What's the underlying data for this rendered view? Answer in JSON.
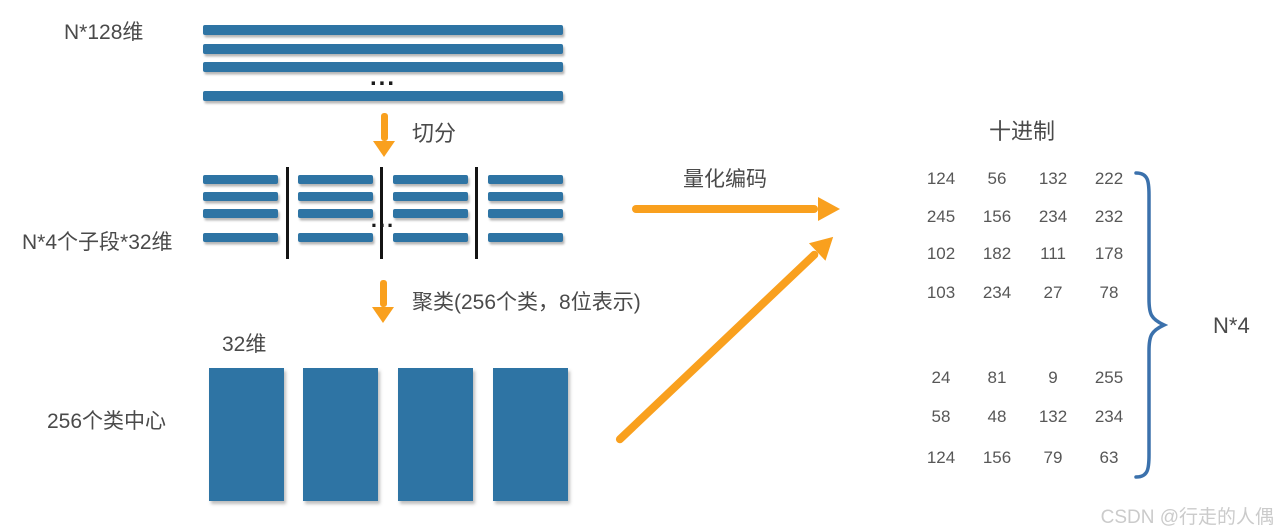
{
  "colors": {
    "bar_blue": "#2e74a4",
    "arrow_orange": "#f9a01e",
    "brace_blue": "#3b71ac",
    "label_gray": "#4a4a4a",
    "number_gray": "#575757",
    "watermark_gray": "#cbcbcb"
  },
  "left_flow": {
    "top_matrix_label": "N*128维",
    "ellipsis": "...",
    "split_label": "切分",
    "segments_label": "N*4个子段*32维",
    "cluster_label": "聚类(256个类，8位表示)",
    "dim_label": "32维",
    "centers_label": "256个类中心"
  },
  "encode": {
    "label": "量化编码"
  },
  "result": {
    "title": "十进制",
    "brace_label": "N*4",
    "group1": [
      [
        "124",
        "56",
        "132",
        "222"
      ],
      [
        "245",
        "156",
        "234",
        "232"
      ],
      [
        "102",
        "182",
        "111",
        "178"
      ],
      [
        "103",
        "234",
        "27",
        "78"
      ]
    ],
    "group2": [
      [
        "24",
        "81",
        "9",
        "255"
      ],
      [
        "58",
        "48",
        "132",
        "234"
      ],
      [
        "124",
        "156",
        "79",
        "63"
      ]
    ]
  },
  "watermark": "CSDN @行走的人偶"
}
